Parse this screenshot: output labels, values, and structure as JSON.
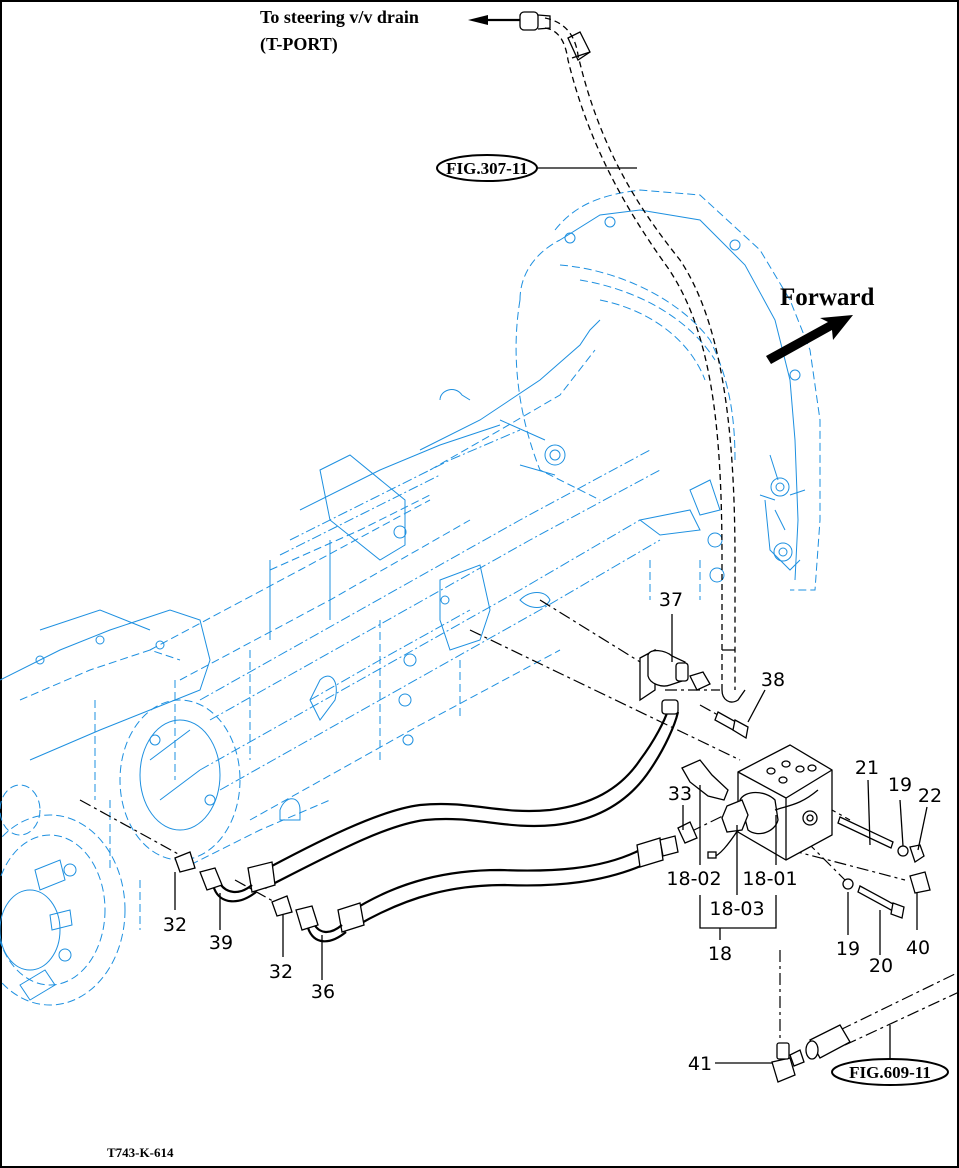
{
  "diagram": {
    "drawing_id": "T743-K-614",
    "annotations": {
      "drain_line_1": "To steering v/v drain",
      "drain_line_2": "(T-PORT)",
      "direction": "Forward"
    },
    "figure_refs": [
      {
        "id": "fig-307",
        "label": "FIG.307-11"
      },
      {
        "id": "fig-609",
        "label": "FIG.609-11"
      }
    ],
    "callouts": [
      {
        "id": "c37",
        "label": "37"
      },
      {
        "id": "c38",
        "label": "38"
      },
      {
        "id": "c21",
        "label": "21"
      },
      {
        "id": "c19a",
        "label": "19"
      },
      {
        "id": "c22",
        "label": "22"
      },
      {
        "id": "c33",
        "label": "33"
      },
      {
        "id": "c18-02",
        "label": "18-02"
      },
      {
        "id": "c18-01",
        "label": "18-01"
      },
      {
        "id": "c18-03",
        "label": "18-03"
      },
      {
        "id": "c18",
        "label": "18"
      },
      {
        "id": "c19b",
        "label": "19"
      },
      {
        "id": "c20",
        "label": "20"
      },
      {
        "id": "c40",
        "label": "40"
      },
      {
        "id": "c32a",
        "label": "32"
      },
      {
        "id": "c39",
        "label": "39"
      },
      {
        "id": "c32b",
        "label": "32"
      },
      {
        "id": "c36",
        "label": "36"
      },
      {
        "id": "c41",
        "label": "41"
      }
    ],
    "colors": {
      "housing_outline": "#1e90e0",
      "parts": "#000000",
      "background": "#ffffff"
    }
  }
}
